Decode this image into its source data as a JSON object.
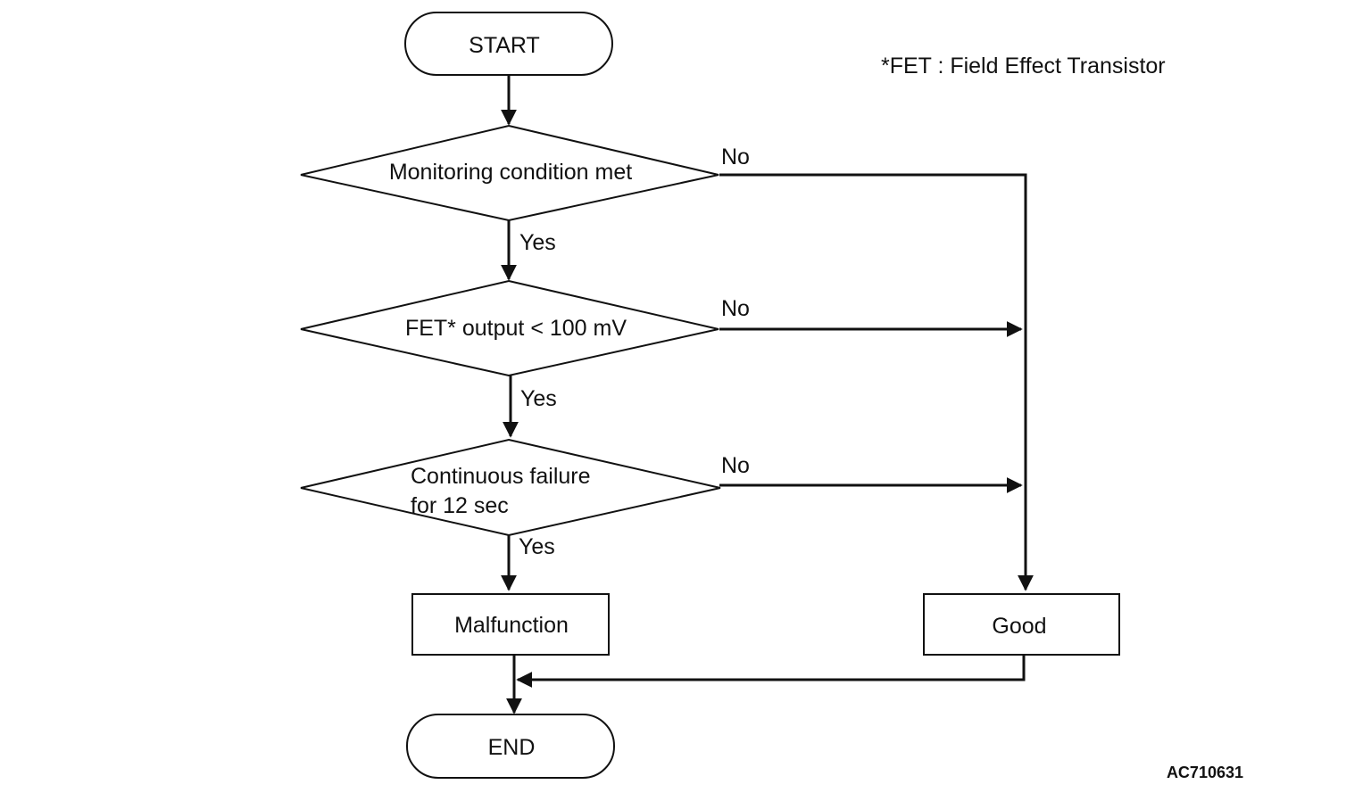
{
  "nodes": {
    "start": "START",
    "decision_1": "Monitoring condition met",
    "decision_2": "FET* output < 100 mV",
    "decision_3_line1": "Continuous failure",
    "decision_3_line2": "for 12 sec",
    "malfunction": "Malfunction",
    "good": "Good",
    "end": "END"
  },
  "branches": {
    "yes": "Yes",
    "no": "No"
  },
  "footnote": "*FET : Field Effect Transistor",
  "figure_code": "AC710631"
}
